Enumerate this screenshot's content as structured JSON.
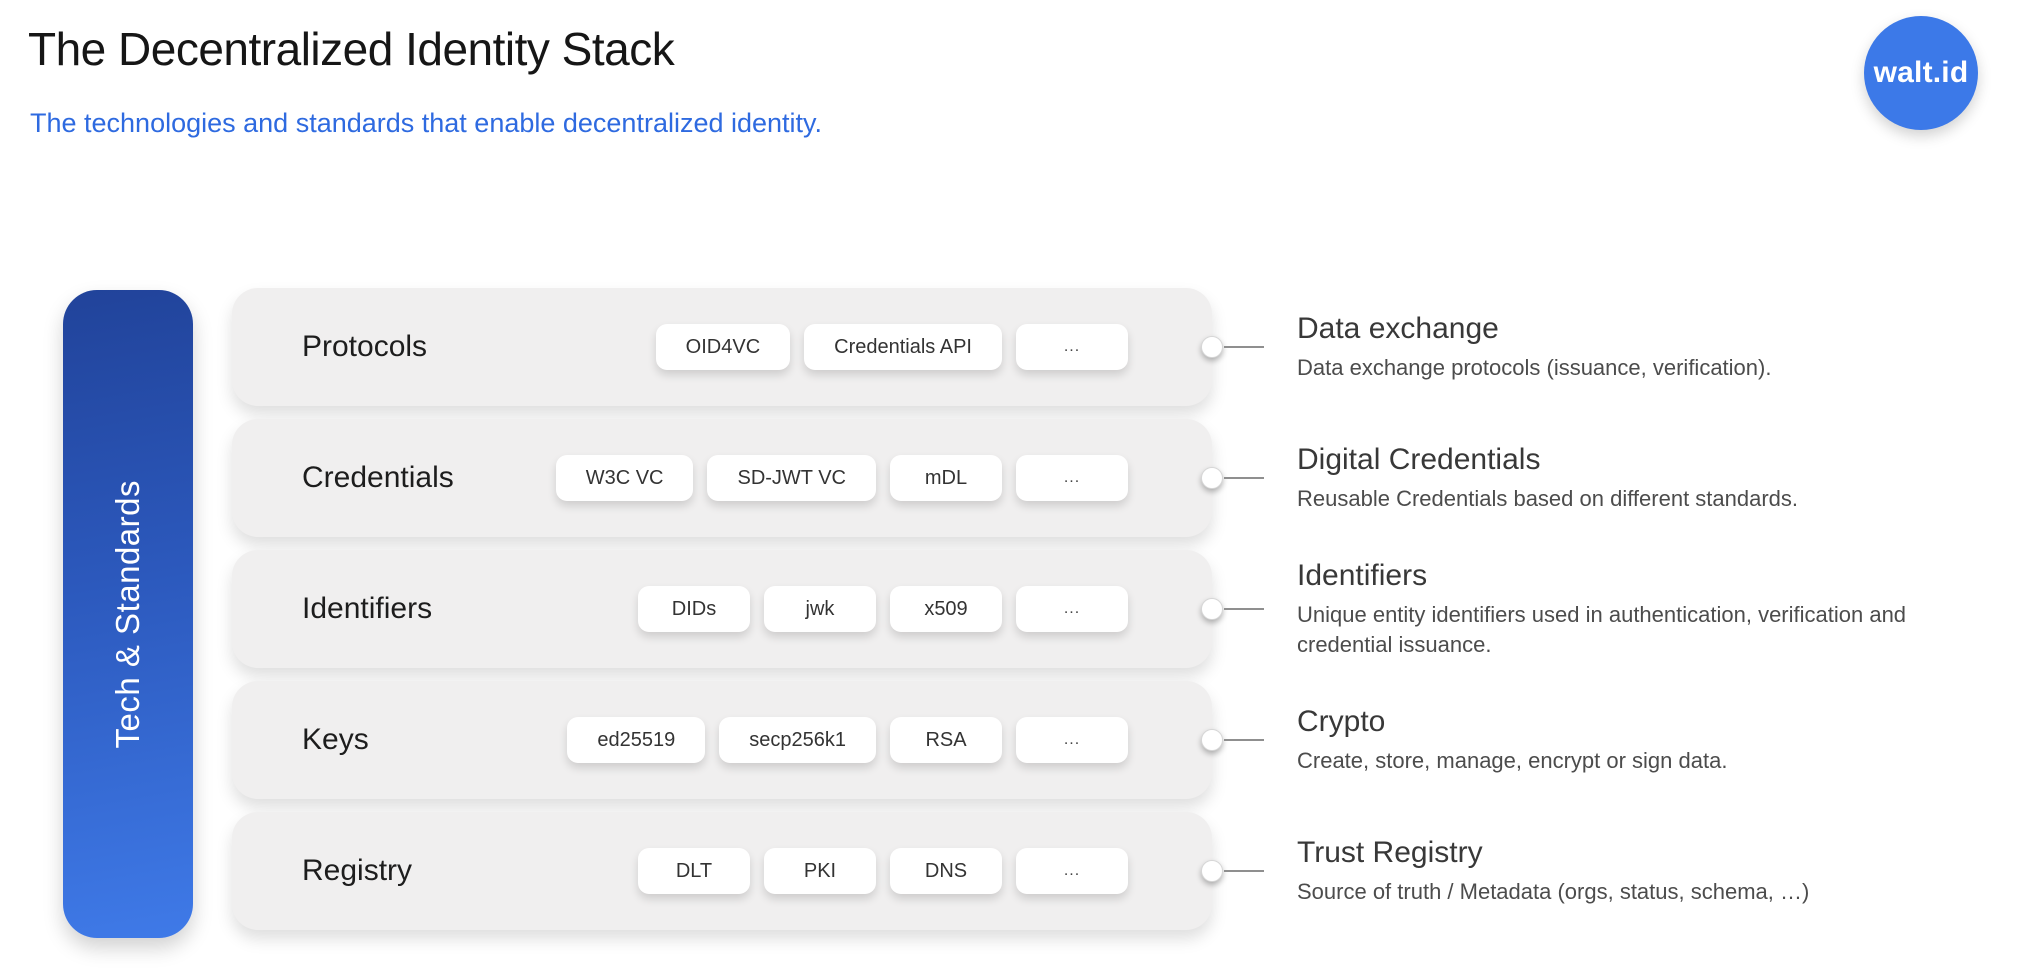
{
  "page": {
    "title": "The Decentralized Identity Stack",
    "subtitle": "The technologies and standards that enable decentralized identity.",
    "logo_text": "walt.id"
  },
  "sidebar": {
    "label": "Tech & Standards"
  },
  "stack": {
    "rows": [
      {
        "label": "Protocols",
        "chips": [
          "OID4VC",
          "Credentials API",
          "..."
        ],
        "annotation": {
          "title": "Data exchange",
          "description": "Data exchange protocols (issuance, verification)."
        }
      },
      {
        "label": "Credentials",
        "chips": [
          "W3C VC",
          "SD-JWT VC",
          "mDL",
          "..."
        ],
        "annotation": {
          "title": "Digital Credentials",
          "description": "Reusable Credentials based on different standards."
        }
      },
      {
        "label": "Identifiers",
        "chips": [
          "DIDs",
          "jwk",
          "x509",
          "..."
        ],
        "annotation": {
          "title": "Identifiers",
          "description": "Unique entity identifiers used in authentication, verification and credential issuance."
        }
      },
      {
        "label": "Keys",
        "chips": [
          "ed25519",
          "secp256k1",
          "RSA",
          "..."
        ],
        "annotation": {
          "title": "Crypto",
          "description": "Create, store, manage, encrypt or sign data."
        }
      },
      {
        "label": "Registry",
        "chips": [
          "DLT",
          "PKI",
          "DNS",
          "..."
        ],
        "annotation": {
          "title": "Trust Registry",
          "description": "Source of truth / Metadata (orgs, status, schema, …)"
        }
      }
    ]
  },
  "colors": {
    "accent_blue": "#2e6ae0",
    "logo_blue": "#3c79e8",
    "band_gradient_top": "#21439a",
    "band_gradient_bottom": "#3f7ae8",
    "row_background": "#f0efef",
    "chip_background": "#ffffff"
  }
}
